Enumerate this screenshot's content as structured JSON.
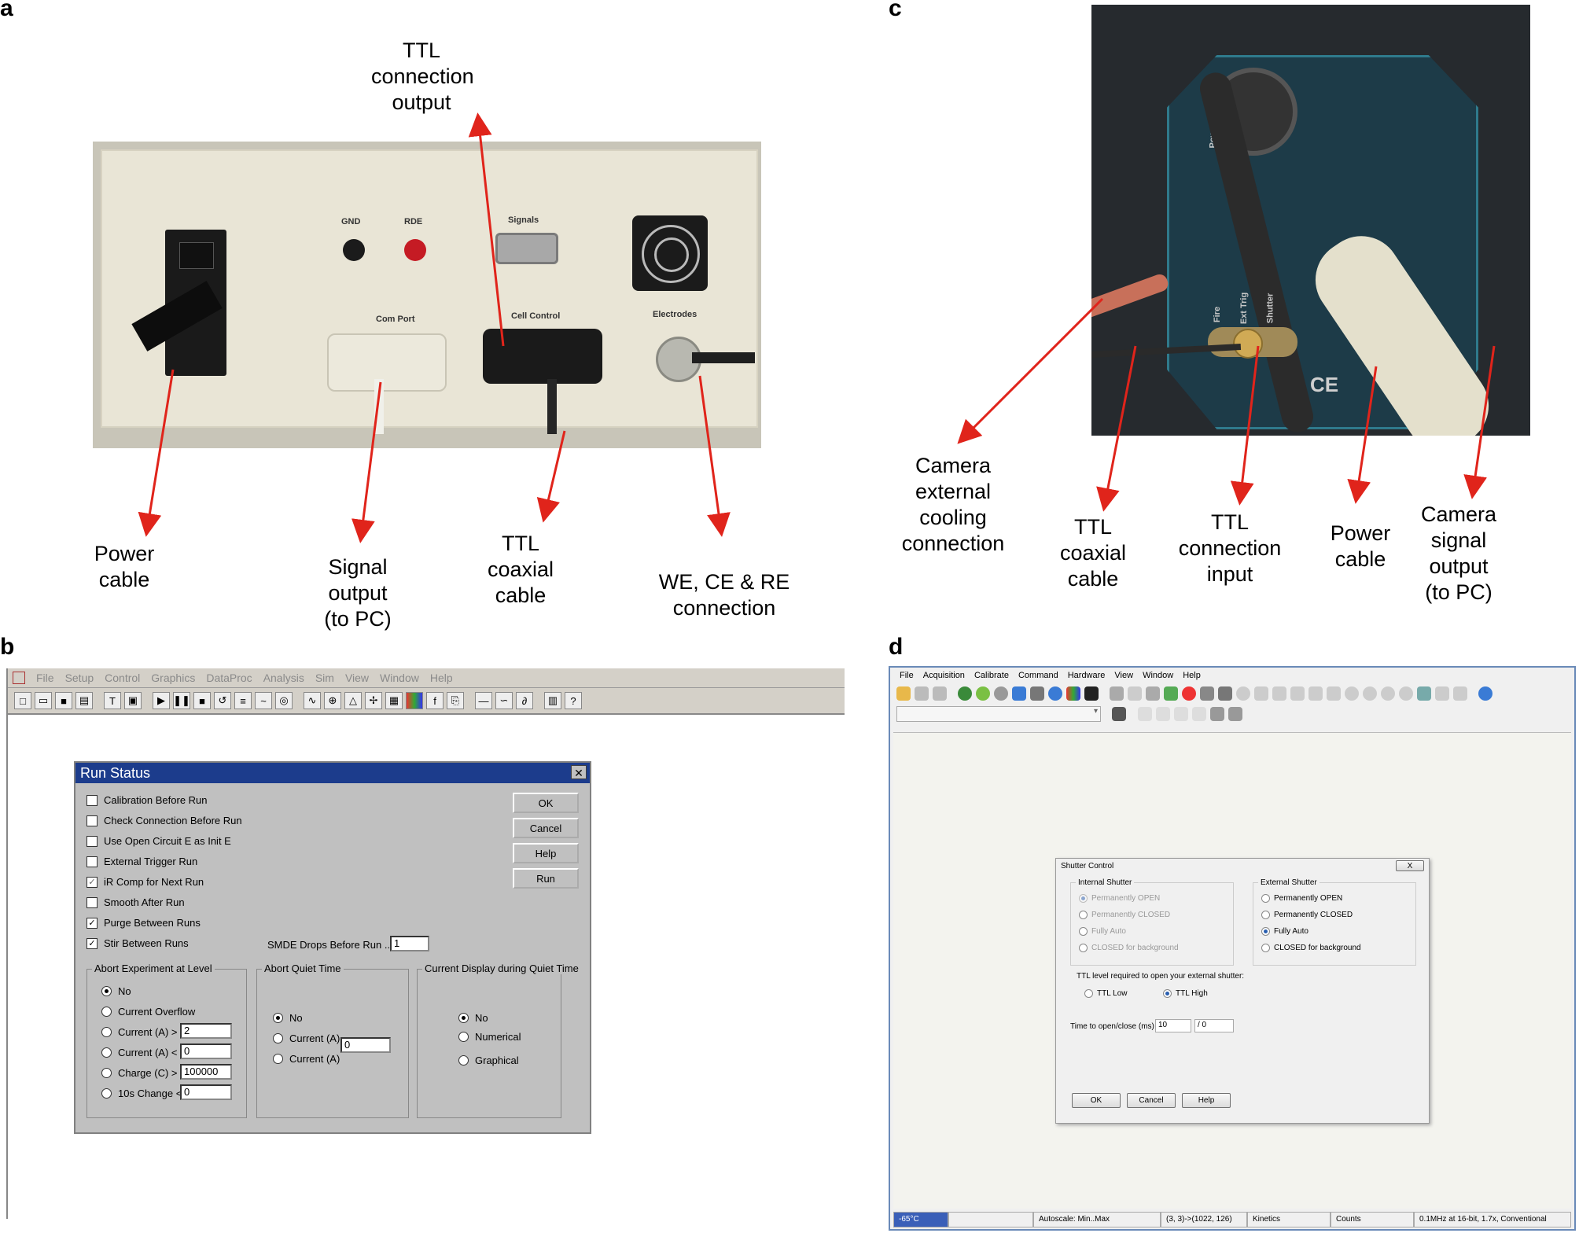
{
  "figure": {
    "panel_letters": {
      "a": "a",
      "b": "b",
      "c": "c",
      "d": "d"
    },
    "panel_a": {
      "device_labels": {
        "gnd": "GND",
        "rde": "RDE",
        "signals": "Signals",
        "com_port": "Com Port",
        "cell_control": "Cell Control",
        "electrodes": "Electrodes"
      },
      "callouts": {
        "ttl_output": "TTL\nconnection\noutput",
        "power_cable": "Power\ncable",
        "signal_output": "Signal\noutput\n(to PC)",
        "ttl_coaxial": "TTL\ncoaxial\ncable",
        "electrode_connection": "WE, CE & RE\nconnection"
      }
    },
    "panel_c": {
      "device_labels": {
        "power": "Power",
        "fire": "Fire",
        "ext_trig": "Ext Trig",
        "shutter": "Shutter"
      },
      "callouts": {
        "cooling": "Camera\nexternal\ncooling\nconnection",
        "ttl_coaxial": "TTL\ncoaxial\ncable",
        "ttl_input": "TTL\nconnection\ninput",
        "power_cable": "Power\ncable",
        "signal_output": "Camera\nsignal\noutput\n(to PC)"
      }
    },
    "arrow_color": "#e0241b"
  },
  "window_b": {
    "menu": [
      "File",
      "Setup",
      "Control",
      "Graphics",
      "DataProc",
      "Analysis",
      "Sim",
      "View",
      "Window",
      "Help"
    ],
    "toolbar_icons": [
      "new-icon",
      "open-icon",
      "save-icon",
      "print-icon",
      "text-icon",
      "frame-icon",
      "play-icon",
      "pause-icon",
      "stop-icon",
      "reverse-icon",
      "scan-icon",
      "wave-icon",
      "dial-icon",
      "plot-icon",
      "zoom-icon",
      "peak-icon",
      "cursor-icon",
      "graph-icon",
      "color-icon",
      "font-icon",
      "copy-icon",
      "line-icon",
      "smooth-icon",
      "deriv-icon",
      "table-icon",
      "help-icon"
    ],
    "dialog": {
      "title": "Run Status",
      "checkboxes": [
        {
          "label": "Calibration Before Run",
          "checked": false
        },
        {
          "label": "Check Connection Before Run",
          "checked": false
        },
        {
          "label": "Use Open Circuit E as Init E",
          "checked": false
        },
        {
          "label": "External Trigger Run",
          "checked": false
        },
        {
          "label": "iR Comp for Next Run",
          "checked": true
        },
        {
          "label": "Smooth After Run",
          "checked": false
        },
        {
          "label": "Purge Between Runs",
          "checked": true
        },
        {
          "label": "Stir Between Runs",
          "checked": true
        }
      ],
      "buttons": {
        "ok": "OK",
        "cancel": "Cancel",
        "help": "Help",
        "run": "Run"
      },
      "smde_label": "SMDE Drops Before Run ....",
      "smde_value": "1",
      "abort_group": {
        "title": "Abort Experiment at Level",
        "options": [
          {
            "label": "No",
            "selected": true,
            "value": null
          },
          {
            "label": "Current Overflow",
            "selected": false,
            "value": null
          },
          {
            "label": "Current (A) >",
            "selected": false,
            "value": "2"
          },
          {
            "label": "Current (A) <",
            "selected": false,
            "value": "0"
          },
          {
            "label": "Charge (C) >",
            "selected": false,
            "value": "100000"
          },
          {
            "label": "10s Change <",
            "selected": false,
            "value": "0"
          }
        ]
      },
      "quiet_group": {
        "title": "Abort Quiet Time",
        "options": [
          {
            "label": "No",
            "selected": true
          },
          {
            "label": "Current (A)",
            "selected": false
          },
          {
            "label": "Current (A)",
            "selected": false
          }
        ],
        "value": "0"
      },
      "display_group": {
        "title": "Current Display during Quiet Time",
        "options": [
          {
            "label": "No",
            "selected": true
          },
          {
            "label": "Numerical",
            "selected": false
          },
          {
            "label": "Graphical",
            "selected": false
          }
        ]
      }
    }
  },
  "window_d": {
    "menu": [
      "File",
      "Acquisition",
      "Calibrate",
      "Command",
      "Hardware",
      "View",
      "Window",
      "Help"
    ],
    "dialog": {
      "title": "Shutter Control",
      "close": "X",
      "internal": {
        "title": "Internal Shutter",
        "options": [
          {
            "label": "Permanently OPEN",
            "selected": true
          },
          {
            "label": "Permanently CLOSED",
            "selected": false
          },
          {
            "label": "Fully Auto",
            "selected": false
          },
          {
            "label": "CLOSED for background",
            "selected": false
          }
        ]
      },
      "external": {
        "title": "External Shutter",
        "options": [
          {
            "label": "Permanently OPEN",
            "selected": false
          },
          {
            "label": "Permanently CLOSED",
            "selected": false
          },
          {
            "label": "Fully Auto",
            "selected": true
          },
          {
            "label": "CLOSED for background",
            "selected": false
          }
        ]
      },
      "ttl_label": "TTL level required to open your external shutter:",
      "ttl_low": "TTL Low",
      "ttl_high": "TTL High",
      "time_label": "Time to open/close (ms)",
      "time_open": "10",
      "time_sep": "/ 0",
      "buttons": {
        "ok": "OK",
        "cancel": "Cancel",
        "help": "Help"
      }
    },
    "status": {
      "temp": "-65°C",
      "autoscale": "Autoscale: Min..Max",
      "coords": "(3, 3)->(1022, 126)",
      "mode": "Kinetics",
      "units": "Counts",
      "readout": "0.1MHz at 16-bit, 1.7x, Conventional"
    },
    "temp_color": "#3a5fb8"
  }
}
